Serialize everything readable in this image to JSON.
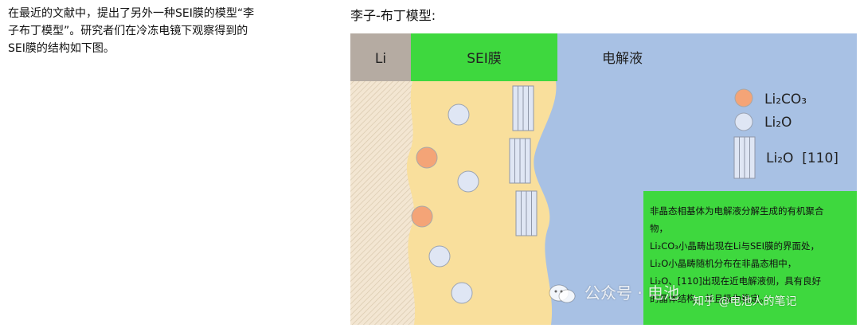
{
  "intro": {
    "line1": "在最近的文献中，提出了另外一种SEI膜的模型“李",
    "line2": "子布丁模型”。研究者们在冷冻电镜下观察得到的",
    "line3": "SEI膜的结构如下图。"
  },
  "diagram": {
    "title": "李子-布丁模型:",
    "region_li": "Li",
    "region_sei": "SEI膜",
    "region_electrolyte": "电解液",
    "legend": {
      "li2co3": "Li₂CO₃",
      "li2o": "Li₂O",
      "li2o_110": "Li₂O  [110]"
    },
    "colors": {
      "li": "#b5aba2",
      "sei_header": "#3ed83e",
      "sei_body": "#f9df9c",
      "electrolyte": "#a8c1e4",
      "li2co3": "#f4a477",
      "li2o": "#dfe6f4"
    },
    "note": {
      "line1": "非晶态相基体为电解液分解生成的有机聚合",
      "line2": "物，",
      "line3": "Li₂CO₃小晶畴出现在Li与SEI膜的界面处，",
      "line4": "Li₂O小晶畴随机分布在非晶态相中，",
      "line5": "Li₂O、[110]出现在近电解液侧，具有良好",
      "line6": "的晶体结构，并且极为稳定。"
    }
  },
  "watermark": {
    "text1": "公众号 · 电池",
    "text2": "知乎 @电池人的笔记"
  }
}
